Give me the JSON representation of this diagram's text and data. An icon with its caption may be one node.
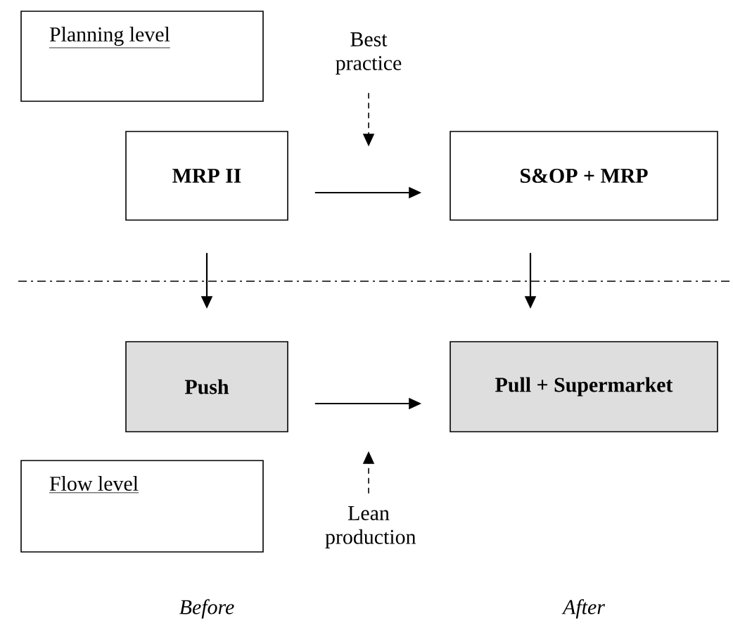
{
  "diagram": {
    "nodes": [
      {
        "text": [
          "Planning level"
        ]
      },
      {
        "text": [
          "Best practice"
        ]
      },
      {
        "text": [
          "MRP II"
        ]
      },
      {
        "text": [
          "S&OP + MRP"
        ]
      },
      {
        "text": [
          "Push"
        ]
      },
      {
        "text": [
          "Pull + Supermarket"
        ]
      },
      {
        "text": [
          "Flow level"
        ]
      },
      {
        "text": [
          "Lean production"
        ]
      }
    ],
    "edges": [
      {
        "from": 2,
        "to": 3,
        "arrow": "to"
      },
      {
        "from": 1,
        "to": null,
        "arrow": "to",
        "style": "dashed"
      },
      {
        "from": 2,
        "to": 4,
        "arrow": "to"
      },
      {
        "from": 3,
        "to": 5,
        "arrow": "to"
      },
      {
        "from": 4,
        "to": 5,
        "arrow": "to"
      },
      {
        "from": 7,
        "to": null,
        "arrow": "to",
        "style": "dashed"
      }
    ],
    "labels": [
      "Before",
      "After"
    ]
  }
}
